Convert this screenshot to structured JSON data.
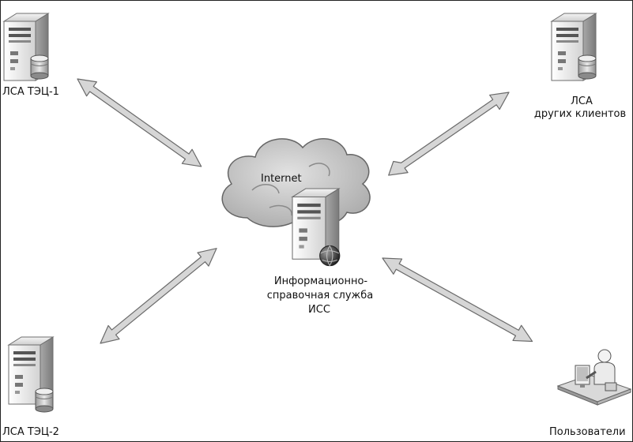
{
  "nodes": {
    "tec1": {
      "label": "ЛСА ТЭЦ-1",
      "icon": "server-db-icon"
    },
    "tec2": {
      "label": "ЛСА ТЭЦ-2",
      "icon": "server-db-icon"
    },
    "other_clients": {
      "label_line1": "ЛСА",
      "label_line2": "других клиентов",
      "icon": "server-db-icon"
    },
    "users": {
      "label": "Пользователи",
      "icon": "user-at-desk-icon"
    },
    "internet": {
      "label": "Internet",
      "icon": "cloud-icon"
    },
    "iss": {
      "label_line1": "Информационно-",
      "label_line2": "справочная служба",
      "label_line3": "ИСС",
      "icon": "server-globe-icon"
    }
  },
  "colors": {
    "arrow_fill": "#d6d6d6",
    "arrow_stroke": "#6a6a6a",
    "server_body": "#e6e6e6",
    "cloud": "#c4c4c4"
  }
}
